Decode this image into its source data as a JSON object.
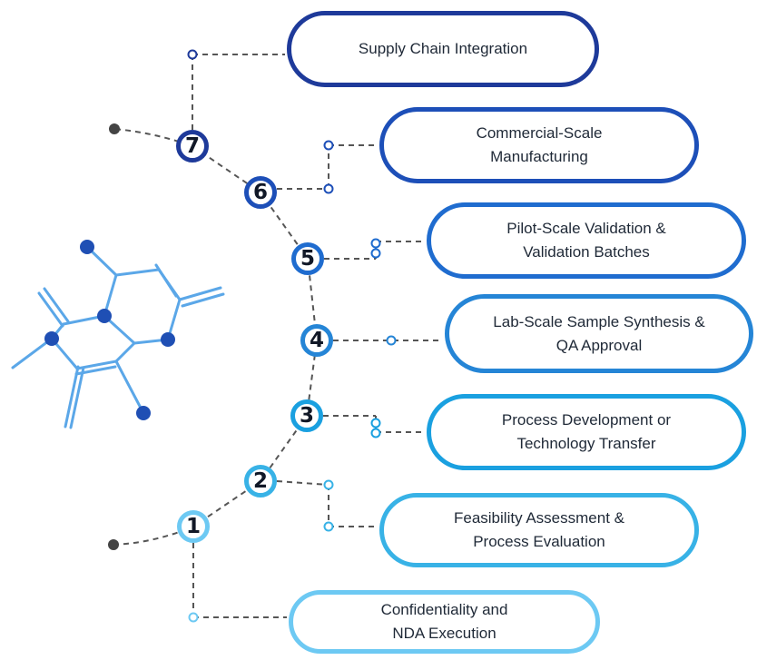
{
  "colors": {
    "step_1": "#6dc9f3",
    "step_2": "#38b2e6",
    "step_3": "#1aa0e0",
    "step_4": "#2585d6",
    "step_5": "#1f6ccf",
    "step_6": "#1d4fb8",
    "step_7": "#1e3a9a",
    "connector": "#555555",
    "molecule_bond": "#5ba7e8",
    "molecule_atom": "#1f4fb4"
  },
  "steps": [
    {
      "number": "1",
      "label": "Confidentiality and\nNDA Execution"
    },
    {
      "number": "2",
      "label": "Feasibility Assessment &\nProcess Evaluation"
    },
    {
      "number": "3",
      "label": "Process Development or\nTechnology Transfer"
    },
    {
      "number": "4",
      "label": "Lab-Scale Sample Synthesis &\nQA Approval"
    },
    {
      "number": "5",
      "label": "Pilot-Scale Validation &\nValidation Batches"
    },
    {
      "number": "6",
      "label": "Commercial-Scale\nManufacturing"
    },
    {
      "number": "7",
      "label": "Supply Chain Integration"
    }
  ]
}
